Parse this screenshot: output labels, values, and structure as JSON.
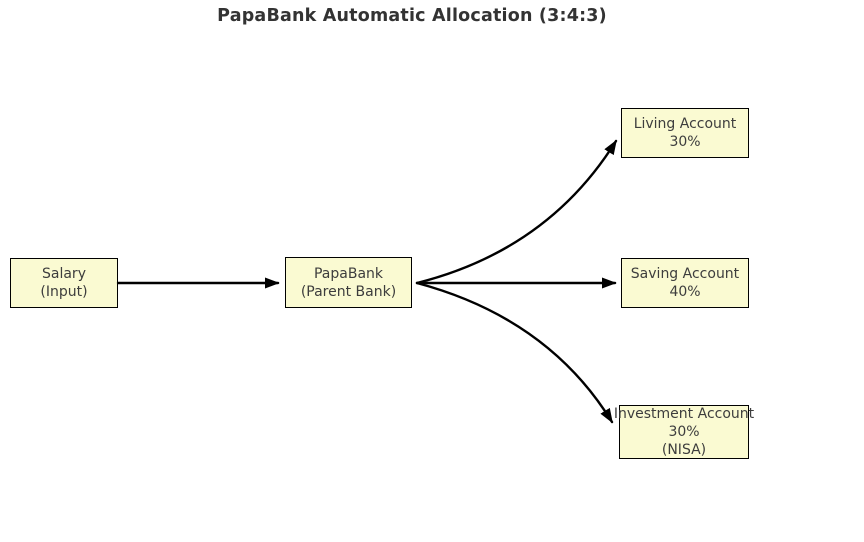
{
  "title": "PapaBank Automatic Allocation (3:4:3)",
  "nodes": [
    {
      "id": "salary",
      "lines": [
        "Salary",
        "(Input)"
      ]
    },
    {
      "id": "papabank",
      "lines": [
        "PapaBank",
        "(Parent Bank)"
      ]
    },
    {
      "id": "living-account",
      "lines": [
        "Living Account",
        "30%"
      ]
    },
    {
      "id": "saving-account",
      "lines": [
        "Saving Account",
        "40%"
      ]
    },
    {
      "id": "investment-account",
      "lines": [
        "Investment Account",
        "30%",
        "(NISA)"
      ]
    }
  ],
  "edges": [
    {
      "from": "salary",
      "to": "papabank",
      "style": "straight"
    },
    {
      "from": "papabank",
      "to": "living-account",
      "style": "curved-up"
    },
    {
      "from": "papabank",
      "to": "saving-account",
      "style": "straight"
    },
    {
      "from": "papabank",
      "to": "investment-account",
      "style": "curved-down"
    }
  ],
  "colors": {
    "box_fill": "#FAFAD2",
    "box_border": "#000000",
    "box_text": "#3d3d3d",
    "arrow": "#000000",
    "title_text": "#333333",
    "background": "#ffffff"
  }
}
